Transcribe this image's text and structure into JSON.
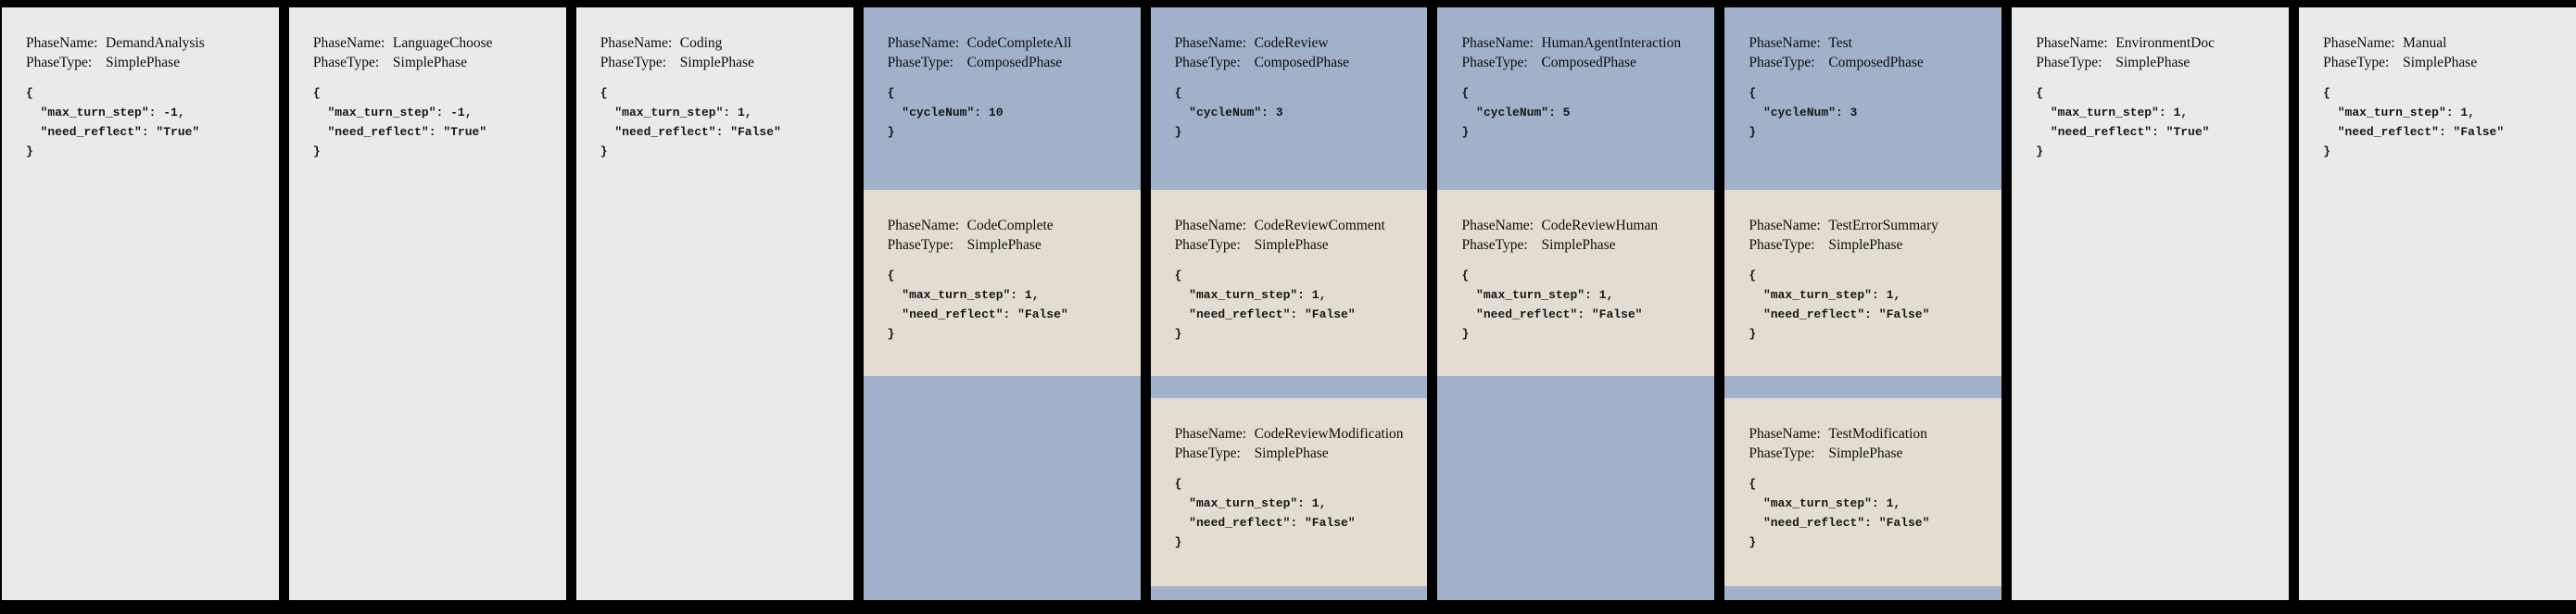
{
  "labels": {
    "phase_name": "PhaseName:",
    "phase_type": "PhaseType:"
  },
  "colors": {
    "canvas_background": "#000000",
    "simple_phase_card": "#e8ebe9",
    "composed_phase_card": "#a1b1ca",
    "sub_phase_card": "#e3ddd1",
    "text": "#0d0d0d"
  },
  "phases": [
    {
      "name": "DemandAnalysis",
      "type": "SimplePhase",
      "config": "{\n  \"max_turn_step\": -1,\n  \"need_reflect\": \"True\"\n}"
    },
    {
      "name": "LanguageChoose",
      "type": "SimplePhase",
      "config": "{\n  \"max_turn_step\": -1,\n  \"need_reflect\": \"True\"\n}"
    },
    {
      "name": "Coding",
      "type": "SimplePhase",
      "config": "{\n  \"max_turn_step\": 1,\n  \"need_reflect\": \"False\"\n}"
    },
    {
      "name": "CodeCompleteAll",
      "type": "ComposedPhase",
      "config": "{\n  \"cycleNum\": 10\n}",
      "sub_phases": [
        {
          "name": "CodeComplete",
          "type": "SimplePhase",
          "config": "{\n  \"max_turn_step\": 1,\n  \"need_reflect\": \"False\"\n}"
        }
      ]
    },
    {
      "name": "CodeReview",
      "type": "ComposedPhase",
      "config": "{\n  \"cycleNum\": 3\n}",
      "sub_phases": [
        {
          "name": "CodeReviewComment",
          "type": "SimplePhase",
          "config": "{\n  \"max_turn_step\": 1,\n  \"need_reflect\": \"False\"\n}"
        },
        {
          "name": "CodeReviewModification",
          "type": "SimplePhase",
          "config": "{\n  \"max_turn_step\": 1,\n  \"need_reflect\": \"False\"\n}"
        }
      ]
    },
    {
      "name": "HumanAgentInteraction",
      "type": "ComposedPhase",
      "config": "{\n  \"cycleNum\": 5\n}",
      "sub_phases": [
        {
          "name": "CodeReviewHuman",
          "type": "SimplePhase",
          "config": "{\n  \"max_turn_step\": 1,\n  \"need_reflect\": \"False\"\n}"
        }
      ]
    },
    {
      "name": "Test",
      "type": "ComposedPhase",
      "config": "{\n  \"cycleNum\": 3\n}",
      "sub_phases": [
        {
          "name": "TestErrorSummary",
          "type": "SimplePhase",
          "config": "{\n  \"max_turn_step\": 1,\n  \"need_reflect\": \"False\"\n}"
        },
        {
          "name": "TestModification",
          "type": "SimplePhase",
          "config": "{\n  \"max_turn_step\": 1,\n  \"need_reflect\": \"False\"\n}"
        }
      ]
    },
    {
      "name": "EnvironmentDoc",
      "type": "SimplePhase",
      "config": "{\n  \"max_turn_step\": 1,\n  \"need_reflect\": \"True\"\n}"
    },
    {
      "name": "Manual",
      "type": "SimplePhase",
      "config": "{\n  \"max_turn_step\": 1,\n  \"need_reflect\": \"False\"\n}"
    }
  ]
}
